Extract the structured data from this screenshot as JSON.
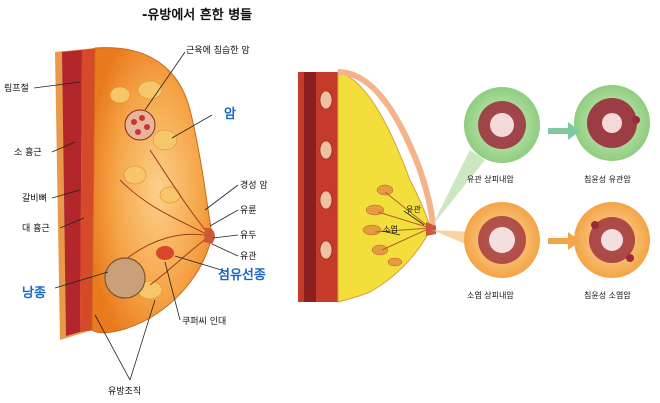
{
  "title": "-유방에서 흔한 병들",
  "left_labels": {
    "lymph_node": "림프절",
    "pectoralis_minor": "소 흉근",
    "rib": "갈비뼈",
    "pectoralis_major": "대 흉근",
    "cyst": "낭종",
    "invasive_muscle_cancer": "근육에 침습한 암",
    "cancer": "암",
    "scirrhous_cancer": "경성 암",
    "areola": "유륜",
    "nipple": "유두",
    "duct": "유관",
    "fibroadenoma": "섬유선종",
    "cooper_ligament": "쿠퍼씨 인대",
    "breast_tissue": "유방조직"
  },
  "right_labels": {
    "duct": "유관",
    "lobule": "소엽",
    "ductal_carcinoma_in_situ": "유관 상피내암",
    "invasive_ductal_carcinoma": "침윤성 유관암",
    "lobular_carcinoma_in_situ": "소엽 상피내암",
    "invasive_lobular_carcinoma": "침윤성 소엽암"
  },
  "colors": {
    "accent_blue": "#1a66c2",
    "tissue_orange": "#f08a2a",
    "fat_yellow": "#f3df3c",
    "muscle_red": "#b3262c",
    "circle_green": "#a9d89a",
    "circle_orange": "#f6b45a"
  }
}
